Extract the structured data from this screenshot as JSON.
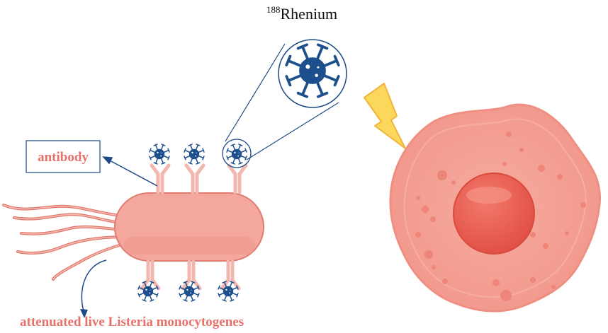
{
  "labels": {
    "isotope_mass": "188",
    "isotope_name": "Rhenium",
    "antibody": "antibody",
    "bacterium": "attenuated live Listeria monocytogenes"
  },
  "colors": {
    "virus_blue": "#1d4f8c",
    "label_pink": "#e8726b",
    "bacterium_fill": "#f4a79c",
    "antibody_pink": "#f3b7b0",
    "cell_fill": "#f49b8e",
    "nucleus_fill": "#ee6355",
    "lightning_yellow": "#fbd75b",
    "line_navy": "#1e4a85"
  },
  "icons": {
    "radioactive_particle": "virus-particle-icon",
    "energy": "lightning-bolt-icon"
  }
}
